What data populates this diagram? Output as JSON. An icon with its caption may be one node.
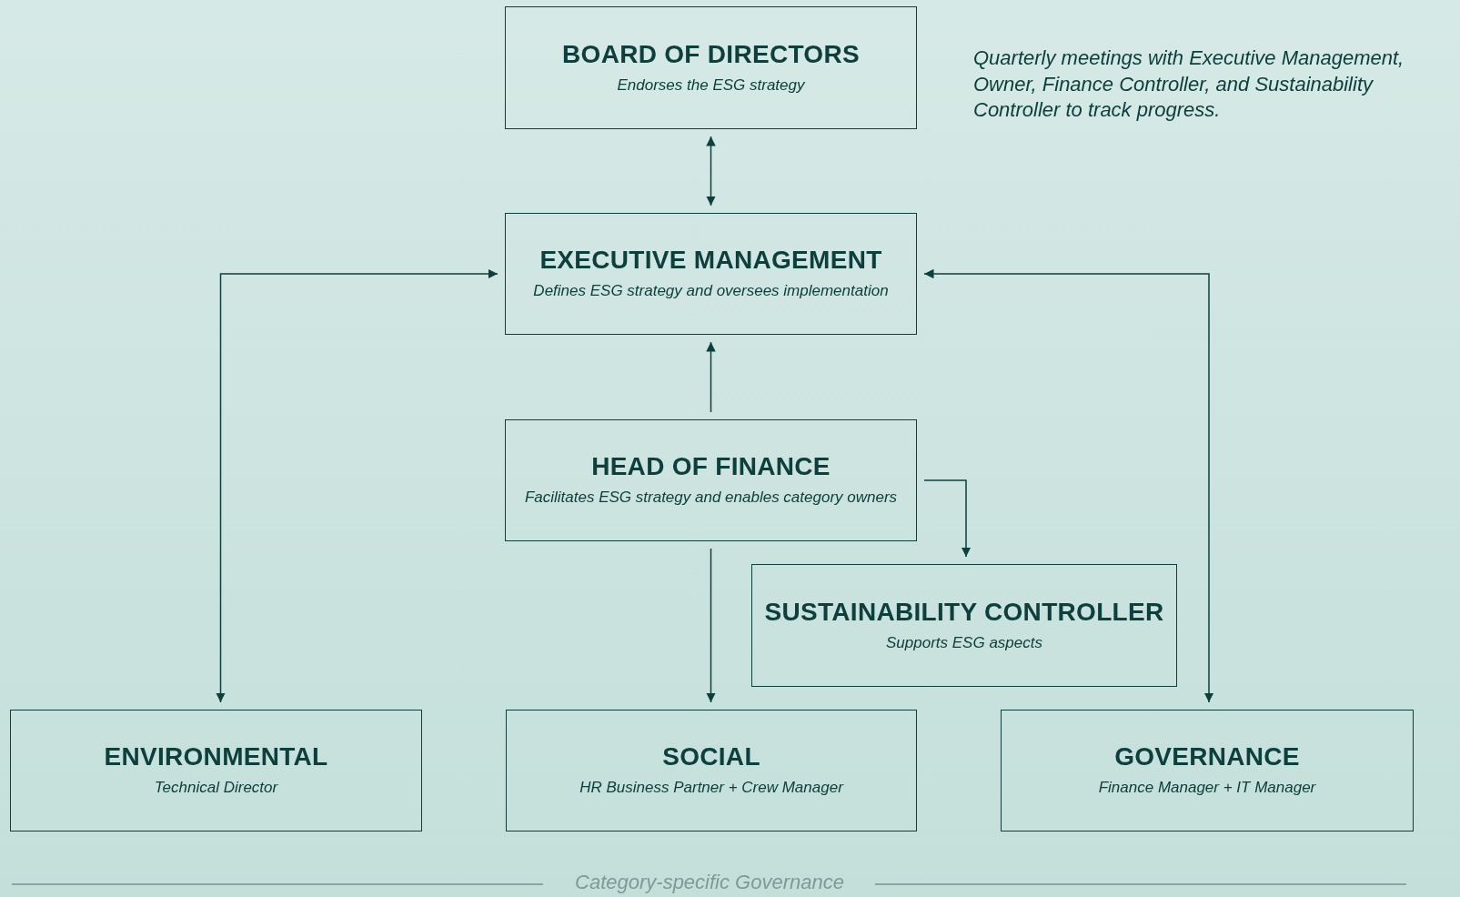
{
  "diagram": {
    "nodes": [
      {
        "text": [
          "BOARD OF DIRECTORS",
          "Endorses the ESG strategy"
        ]
      },
      {
        "text": [
          "EXECUTIVE MANAGEMENT",
          "Defines ESG strategy and oversees implementation"
        ]
      },
      {
        "text": [
          "HEAD OF FINANCE",
          "Facilitates ESG strategy and enables category owners"
        ]
      },
      {
        "text": [
          "SUSTAINABILITY CONTROLLER",
          "Supports ESG aspects"
        ]
      },
      {
        "text": [
          "ENVIRONMENTAL",
          "Technical Director"
        ]
      },
      {
        "text": [
          "SOCIAL",
          "HR Business Partner + Crew Manager"
        ]
      },
      {
        "text": [
          "GOVERNANCE",
          "Finance Manager + IT Manager"
        ]
      }
    ],
    "edges": [
      {
        "from": 0,
        "to": 1,
        "arrow": "both"
      },
      {
        "from": 1,
        "to": 4,
        "arrow": "both"
      },
      {
        "from": 1,
        "to": 6,
        "arrow": "both"
      },
      {
        "from": 2,
        "to": 1,
        "arrow": "to"
      },
      {
        "from": 2,
        "to": 5,
        "arrow": "to"
      },
      {
        "from": 2,
        "to": 3,
        "arrow": "to"
      }
    ],
    "labels": [
      "Quarterly meetings with Executive Management, Owner, Finance Controller, and Sustainability Controller to track progress.",
      "Category-specific Governance"
    ]
  }
}
